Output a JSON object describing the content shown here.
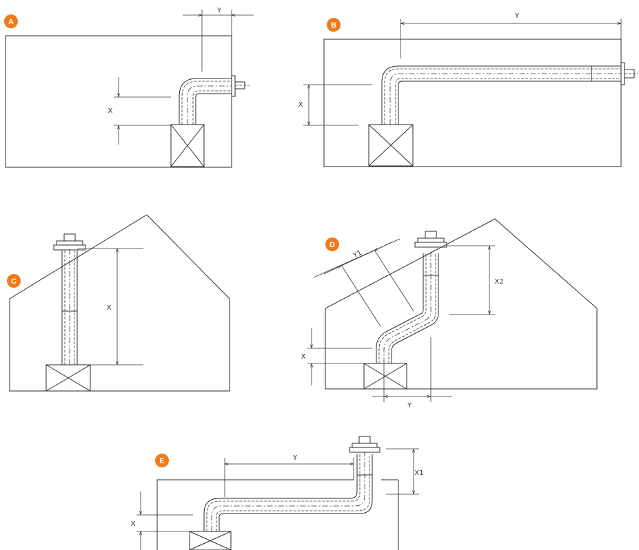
{
  "diagrams": [
    {
      "badge": "A",
      "labels": {
        "y": "Y",
        "x": "X"
      }
    },
    {
      "badge": "B",
      "labels": {
        "y": "Y",
        "x": "X"
      }
    },
    {
      "badge": "C",
      "labels": {
        "x": "X"
      }
    },
    {
      "badge": "D",
      "labels": {
        "y1": "Y1",
        "x2": "X2",
        "x": "X",
        "y": "Y"
      }
    },
    {
      "badge": "E",
      "labels": {
        "y": "Y",
        "x1": "X1",
        "x": "X"
      }
    }
  ],
  "colors": {
    "badge": "#f07a1a",
    "line": "#2a2a2a",
    "background": "#ffffff"
  }
}
